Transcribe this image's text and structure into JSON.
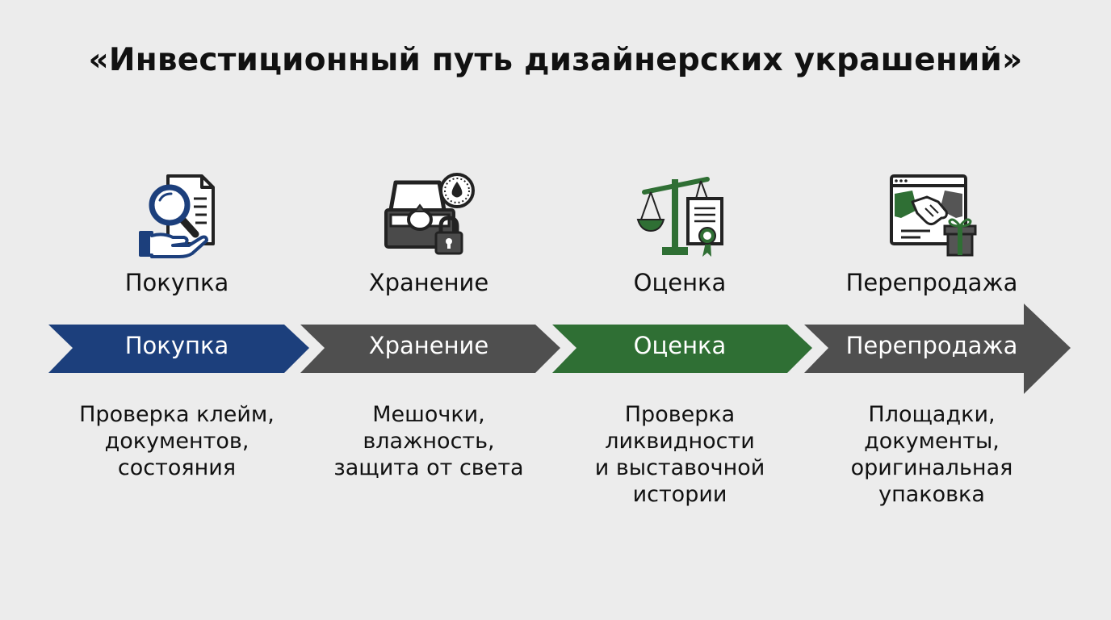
{
  "title": "«Инвестиционный путь дизайнерских украшений»",
  "colors": {
    "blue": "#1c3f7c",
    "gray": "#4f4f4f",
    "green": "#2f6f34",
    "dark": "#2b2b2b",
    "background": "#ececec"
  },
  "steps": [
    {
      "label": "Покупка",
      "chevron_label": "Покупка",
      "description": [
        "Проверка клейм,",
        "документов,",
        "состояния"
      ],
      "icons": [
        "magnifier-document-hand-icon"
      ]
    },
    {
      "label": "Хранение",
      "chevron_label": "Хранение",
      "description": [
        "Мешочки,",
        "влажность,",
        "защита от света"
      ],
      "icons": [
        "jewelry-box-icon",
        "humidity-gauge-icon",
        "padlock-icon"
      ]
    },
    {
      "label": "Оценка",
      "chevron_label": "Оценка",
      "description": [
        "Проверка",
        "ликвидности",
        "и выставочной",
        "истории"
      ],
      "icons": [
        "scales-icon",
        "certificate-icon"
      ]
    },
    {
      "label": "Перепродажа",
      "chevron_label": "Перепродажа",
      "description": [
        "Площадки,",
        "документы,",
        "оригинальная",
        "упаковка"
      ],
      "icons": [
        "browser-handshake-icon",
        "gift-box-icon"
      ]
    }
  ]
}
